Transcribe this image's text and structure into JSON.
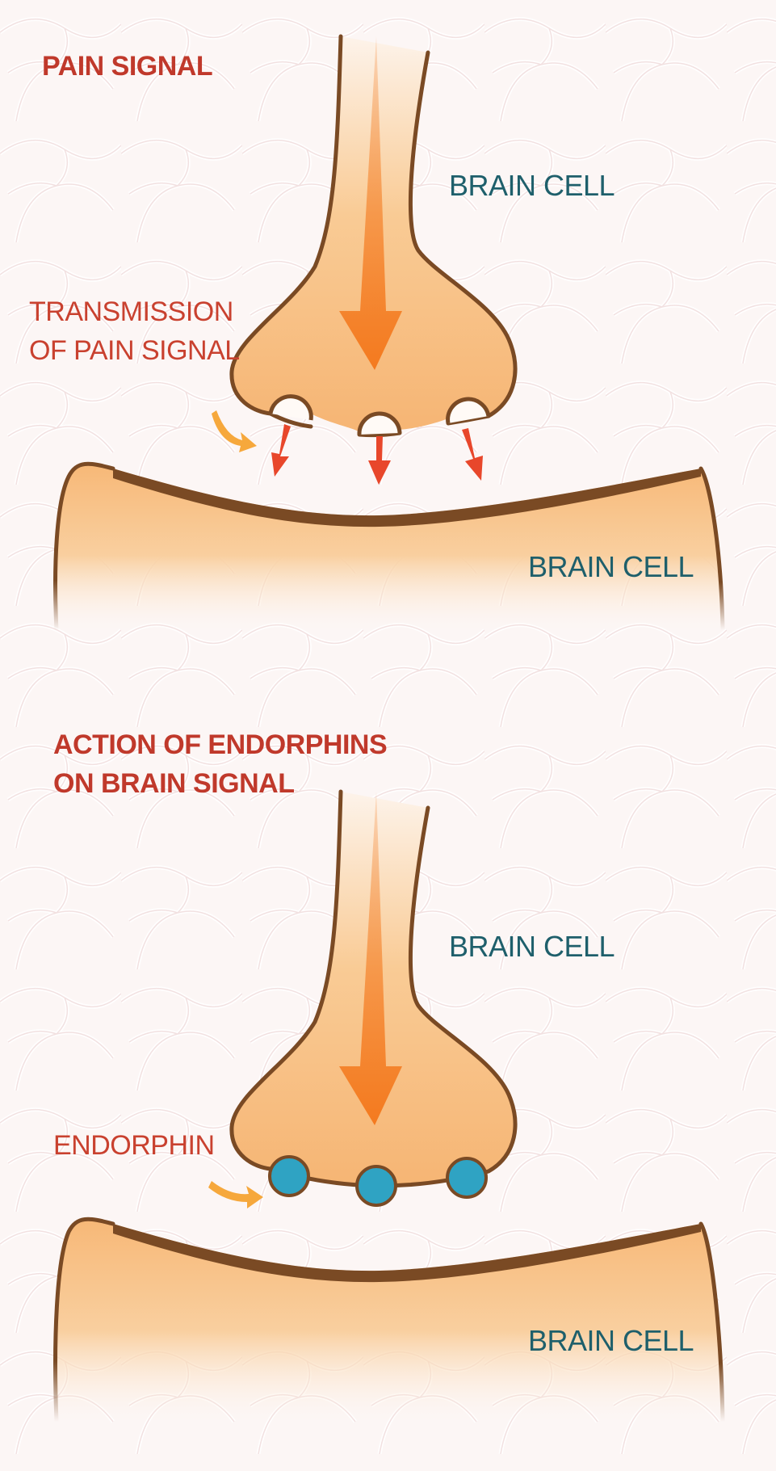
{
  "panels": {
    "pain": {
      "heading": "PAIN SIGNAL",
      "transmission_label_line1": "TRANSMISSION",
      "transmission_label_line2": "OF PAIN SIGNAL",
      "upper_cell_label": "BRAIN CELL",
      "lower_cell_label": "BRAIN CELL"
    },
    "endorphin": {
      "heading_line1": "ACTION OF ENDORPHINS",
      "heading_line2": "ON BRAIN SIGNAL",
      "endorphin_label": "ENDORPHIN",
      "upper_cell_label": "BRAIN CELL",
      "lower_cell_label": "BRAIN CELL"
    }
  },
  "colors": {
    "background": "#fcf6f5",
    "cell_fill": "#f7b877",
    "cell_outline": "#7a4a24",
    "signal_arrow": "#f47a1f",
    "release_arrow": "#e8472b",
    "pointer_arrow": "#f6a83c",
    "endorphin": "#2fa3c3",
    "heading_red": "#c0392b",
    "label_teal": "#1e5f6b"
  }
}
